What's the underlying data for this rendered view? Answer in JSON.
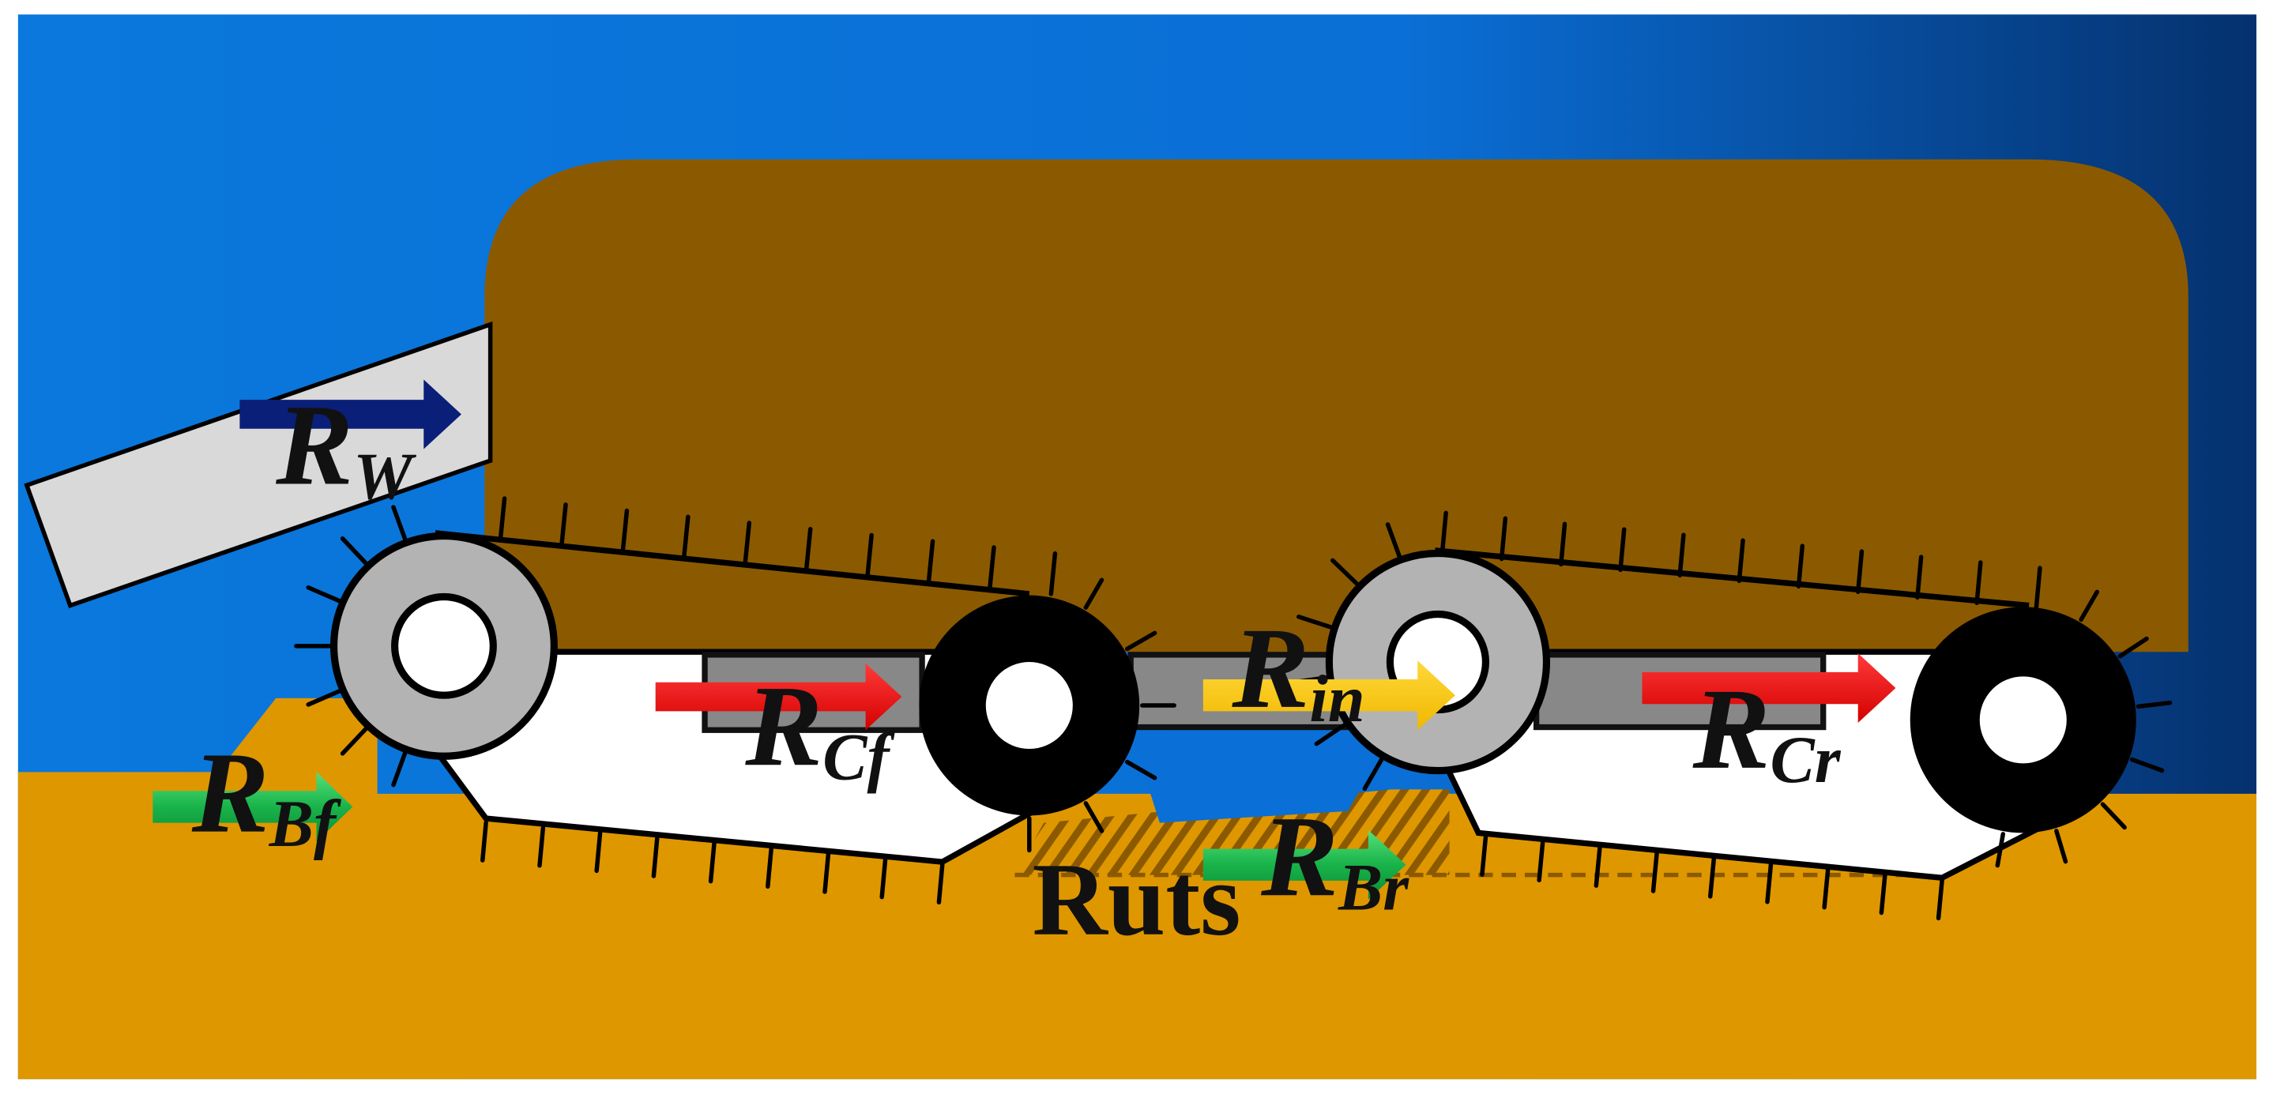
{
  "labels": {
    "rw": {
      "main": "R",
      "sub": "W"
    },
    "rcf": {
      "main": "R",
      "sub": "Cf"
    },
    "rin": {
      "main": "R",
      "sub": "in"
    },
    "rcr": {
      "main": "R",
      "sub": "Cr"
    },
    "rbf": {
      "main": "R",
      "sub": "Bf"
    },
    "rbr": {
      "main": "R",
      "sub": "Br"
    },
    "ruts": "Ruts"
  },
  "colors": {
    "sky_light": "#0a78dc",
    "sky_dark": "#05316e",
    "load": "#8b5a00",
    "ground": "#df9700",
    "blade": "#d9d9d9",
    "track_body": "#ffffff",
    "frame": "#888888",
    "idler": "#b3b3b3",
    "sprocket": "#000000",
    "arrow_blue": "#0a1f78",
    "arrow_red": "#ee1111",
    "arrow_yellow": "#ffcc00",
    "arrow_green": "#19b34a",
    "rut_hatch": "#8b5a00"
  }
}
